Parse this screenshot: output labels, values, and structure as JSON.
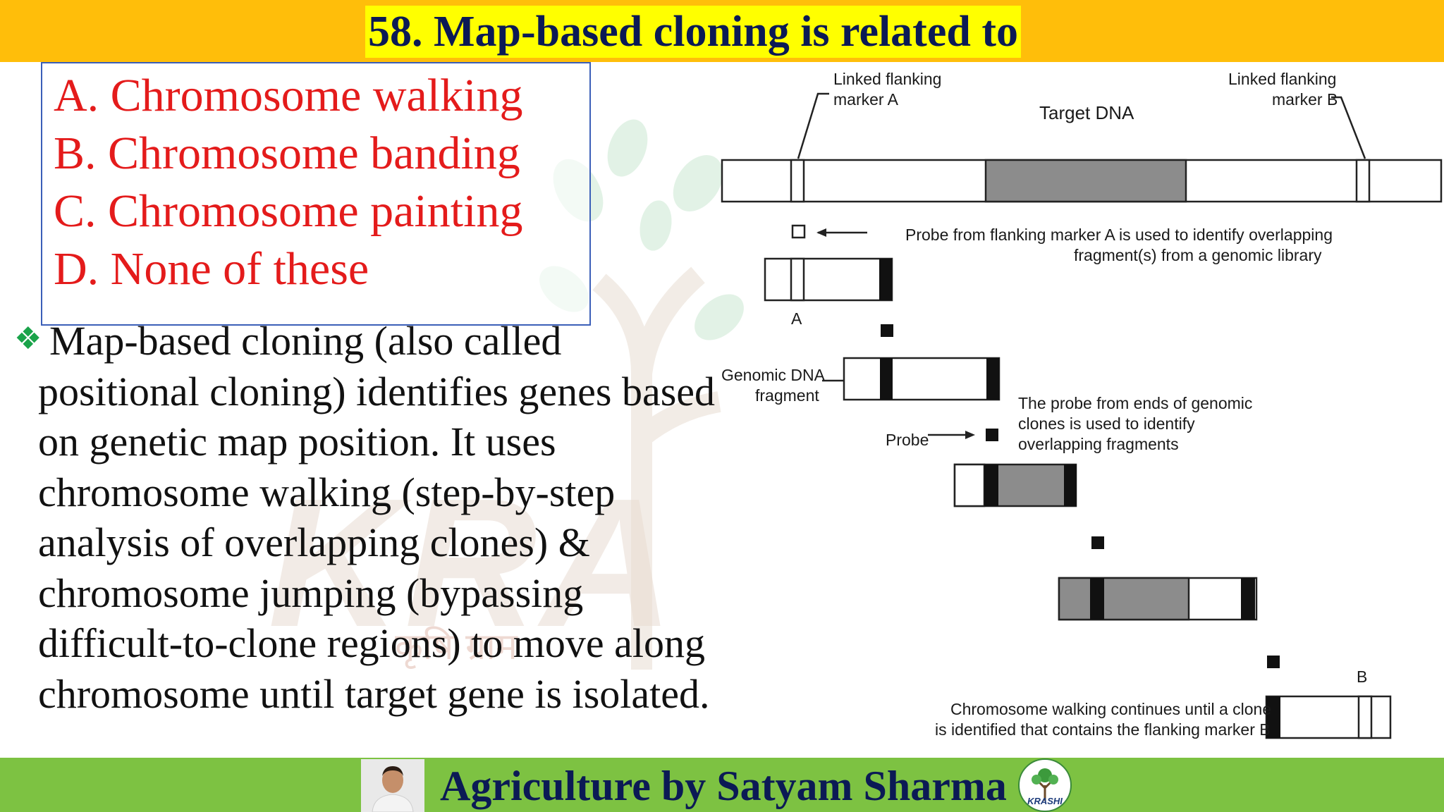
{
  "header": {
    "title": "58. Map-based cloning is related to"
  },
  "options": [
    {
      "label": "A. Chromosome walking"
    },
    {
      "label": "B. Chromosome banding"
    },
    {
      "label": "C. Chromosome painting"
    },
    {
      "label": "D. None of these"
    }
  ],
  "explanation": {
    "bullet_icon": "diamond-bullet-icon",
    "text": "Map-based cloning (also called positional cloning) identifies genes based on genetic map position. It uses chromosome walking (step-by-step analysis of overlapping clones) & chromosome jumping (bypassing difficult-to-clone regions) to move along chromosome until target gene is isolated."
  },
  "diagram": {
    "marker_a_label_line1": "Linked flanking",
    "marker_a_label_line2": "marker A",
    "marker_b_label_line1": "Linked flanking",
    "marker_b_label_line2": "marker B",
    "target_label": "Target DNA",
    "probe_a_note_line1": "Probe from flanking marker A is used to identify overlapping",
    "probe_a_note_line2": "fragment(s) from a genomic library",
    "clone_a_label": "A",
    "genomic_label_line1": "Genomic DNA",
    "genomic_label_line2": "fragment",
    "probe_label": "Probe",
    "probe_ends_note_line1": "The probe from ends of genomic",
    "probe_ends_note_line2": "clones is used to identify",
    "probe_ends_note_line3": "overlapping  fragments",
    "clone_b_label": "B",
    "walking_note_line1": "Chromosome walking continues until a clone",
    "walking_note_line2": "is identified that contains the flanking marker B"
  },
  "watermark": {
    "text": "KRA",
    "hindi": "कृषि ग्राम"
  },
  "footer": {
    "text": "Agriculture by Satyam Sharma",
    "logo_text": "KRASHI"
  },
  "colors": {
    "header_bg": "#ffbe0a",
    "title_highlight": "#ffff00",
    "title_text": "#0b1a55",
    "option_text": "#e41b1b",
    "footer_bg": "#7dc242",
    "target_fill": "#8c8c8c"
  }
}
